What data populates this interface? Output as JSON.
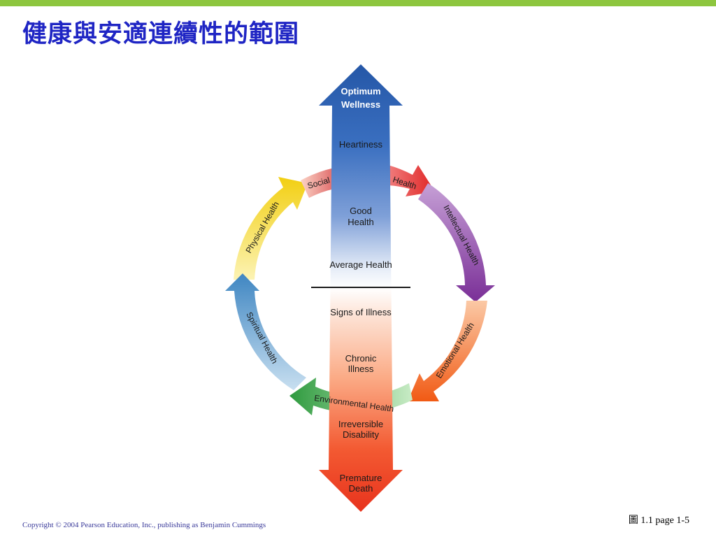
{
  "title": "健康與安適連續性的範圍",
  "arrow_labels": {
    "optimum_line1": "Optimum",
    "optimum_line2": "Wellness",
    "heartiness": "Heartiness",
    "good_line1": "Good",
    "good_line2": "Health",
    "average": "Average Health",
    "signs": "Signs of Illness",
    "chronic_line1": "Chronic",
    "chronic_line2": "Illness",
    "irreversible_line1": "Irreversible",
    "irreversible_line2": "Disability",
    "premature_line1": "Premature",
    "premature_line2": "Death"
  },
  "ring_labels": {
    "social": "Social",
    "health": "Health",
    "intellectual": "Intellectual Health",
    "emotional": "Emotional Health",
    "environmental": "Environmental Health",
    "spiritual": "Spiritual Health",
    "physical": "Physical Health"
  },
  "colors": {
    "title": "#1f25c4",
    "top_bar": "#8dc63f",
    "arrow_top": "#2b5ea8",
    "arrow_bottom": "#ee3b22",
    "social": "#e87b7b",
    "health": "#e8312f",
    "intellectual": "#8a3fa0",
    "emotional": "#f16b21",
    "environmental": "#3aa245",
    "spiritual": "#4a8fc4",
    "physical": "#f3d31a"
  },
  "figure_label": "圖 1.1 page 1-5",
  "copyright": "Copyright © 2004 Pearson Education, Inc., publishing as Benjamin Cummings"
}
